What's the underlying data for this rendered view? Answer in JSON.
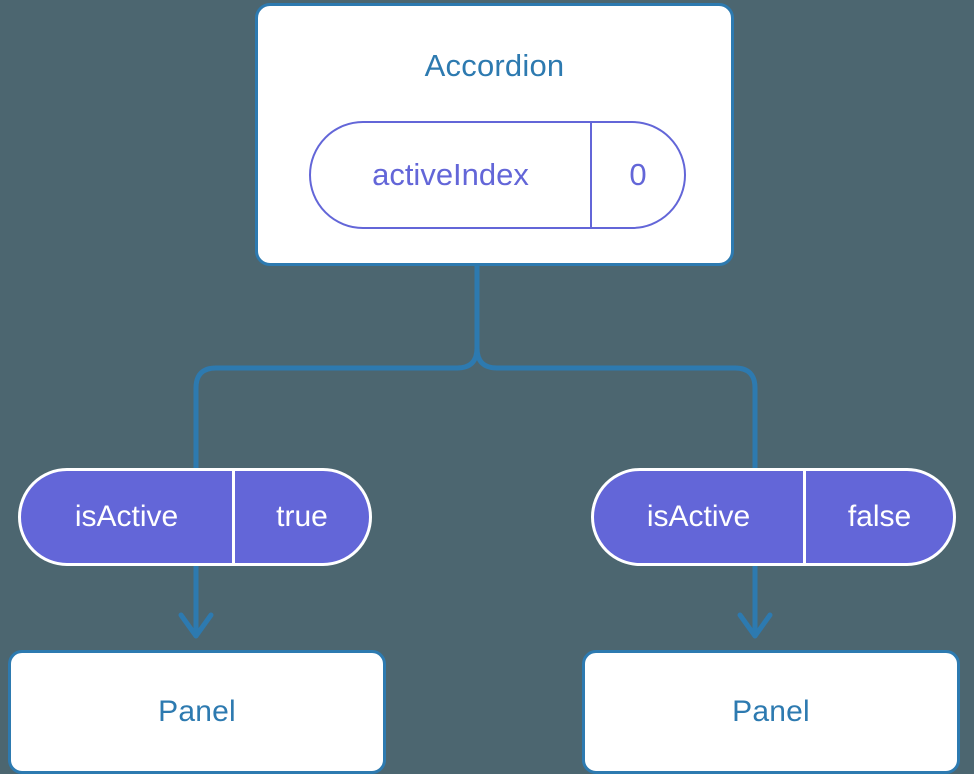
{
  "diagram": {
    "title_text": "Accordion",
    "background_color": "#4c6670",
    "node_border_color": "#2d7ab0",
    "node_text_color": "#2d7ab0",
    "state_accent_color": "#6366d8",
    "connector_color": "#2d7ab0"
  },
  "root": {
    "label": "Accordion",
    "state": {
      "key": "activeIndex",
      "value": "0"
    }
  },
  "branches": [
    {
      "prop": {
        "key": "isActive",
        "value": "true"
      },
      "panel": {
        "label": "Panel"
      }
    },
    {
      "prop": {
        "key": "isActive",
        "value": "false"
      },
      "panel": {
        "label": "Panel"
      }
    }
  ]
}
